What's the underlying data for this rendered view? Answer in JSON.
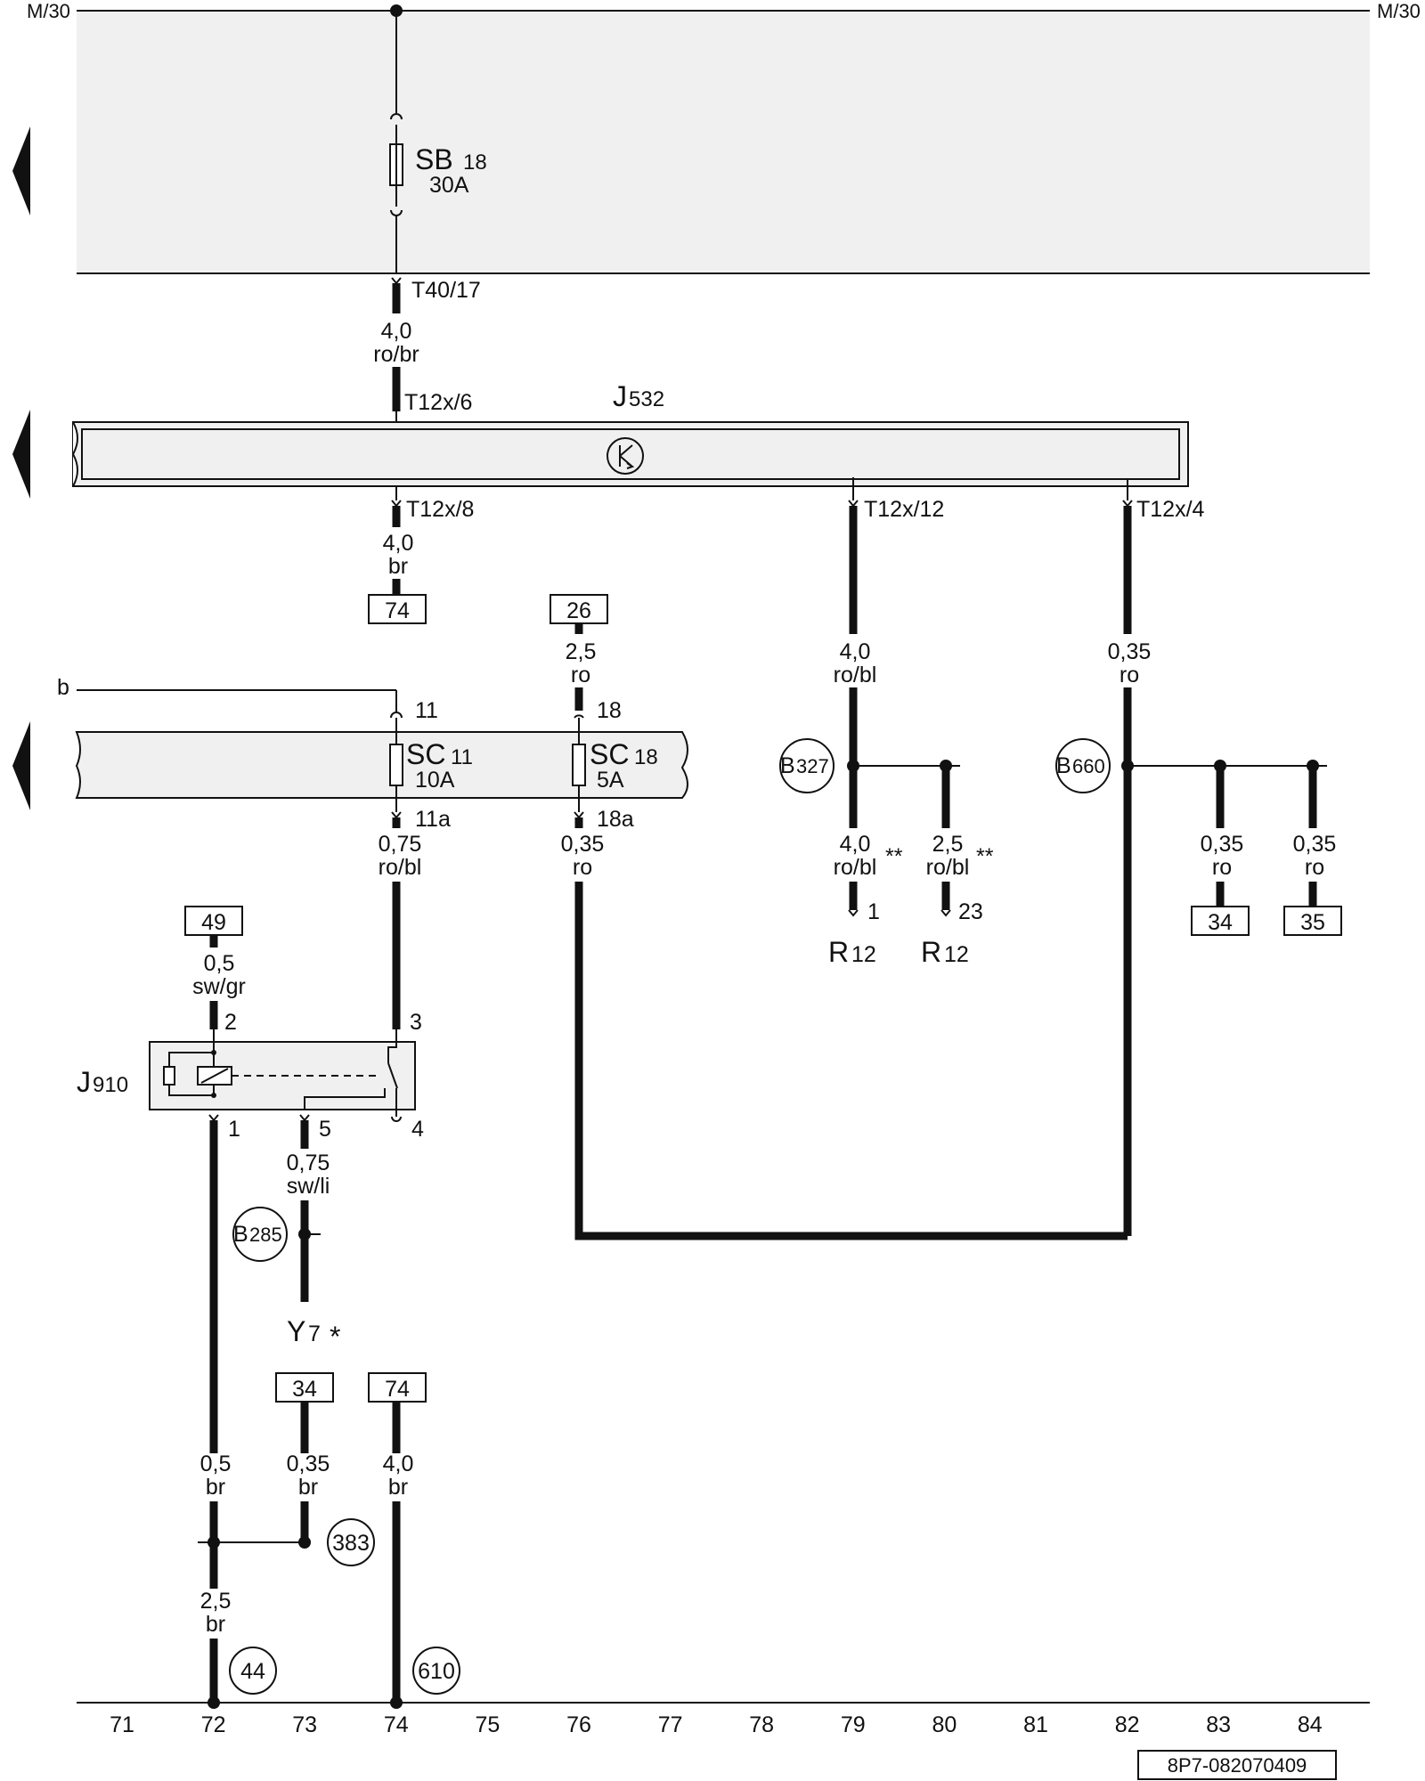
{
  "rails": {
    "top_left": "M/30",
    "top_right": "M/30"
  },
  "fuse_sb": {
    "name": "SB",
    "num": "18",
    "rating": "30A"
  },
  "connectors": {
    "t40_17": "T40/17",
    "t12x_6": "T12x/6",
    "t12x_8": "T12x/8",
    "t12x_12": "T12x/12",
    "t12x_4": "T12x/4"
  },
  "wires": {
    "w1": {
      "size": "4,0",
      "color": "ro/br"
    },
    "w2": {
      "size": "4,0",
      "color": "br"
    },
    "w3": {
      "size": "2,5",
      "color": "ro"
    },
    "w4": {
      "size": "4,0",
      "color": "ro/bl"
    },
    "w5": {
      "size": "0,35",
      "color": "ro"
    },
    "w6": {
      "size": "0,75",
      "color": "ro/bl"
    },
    "w7": {
      "size": "0,35",
      "color": "ro"
    },
    "w8": {
      "size": "4,0",
      "color": "ro/bl"
    },
    "w9": {
      "size": "2,5",
      "color": "ro/bl"
    },
    "w10": {
      "size": "0,35",
      "color": "ro"
    },
    "w11": {
      "size": "0,35",
      "color": "ro"
    },
    "w12": {
      "size": "0,5",
      "color": "sw/gr"
    },
    "w13": {
      "size": "0,75",
      "color": "sw/li"
    },
    "w14": {
      "size": "0,5",
      "color": "br"
    },
    "w15": {
      "size": "0,35",
      "color": "br"
    },
    "w16": {
      "size": "4,0",
      "color": "br"
    },
    "w17": {
      "size": "2,5",
      "color": "br"
    }
  },
  "component_j532": {
    "name": "J",
    "num": "532"
  },
  "component_j910": {
    "name": "J",
    "num": "910"
  },
  "refs": {
    "r74a": "74",
    "r26": "26",
    "r49": "49",
    "r34a": "34",
    "r35": "35",
    "r34b": "34",
    "r74b": "74"
  },
  "fuse_sc11": {
    "name": "SC",
    "num": "11",
    "rating": "10A",
    "pin_in": "11",
    "pin_out": "11a"
  },
  "fuse_sc18": {
    "name": "SC",
    "num": "18",
    "rating": "5A",
    "pin_in": "18",
    "pin_out": "18a"
  },
  "signal_b": "b",
  "nodes": {
    "b327": {
      "name": "B",
      "num": "327"
    },
    "b660": {
      "name": "B",
      "num": "660"
    },
    "b285": {
      "name": "B",
      "num": "285"
    },
    "n383": "383",
    "n44": "44",
    "n610": "610"
  },
  "r12_left": {
    "name": "R",
    "num": "12",
    "pin": "1",
    "mark": "**"
  },
  "r12_right": {
    "name": "R",
    "num": "12",
    "pin": "23",
    "mark": "**"
  },
  "relay_pins": {
    "p2": "2",
    "p3": "3",
    "p1": "1",
    "p5": "5",
    "p4": "4"
  },
  "y7": {
    "name": "Y",
    "num": "7",
    "mark": "*"
  },
  "grid_numbers": [
    "71",
    "72",
    "73",
    "74",
    "75",
    "76",
    "77",
    "78",
    "79",
    "80",
    "81",
    "82",
    "83",
    "84"
  ],
  "doc_id": "8P7-082070409"
}
